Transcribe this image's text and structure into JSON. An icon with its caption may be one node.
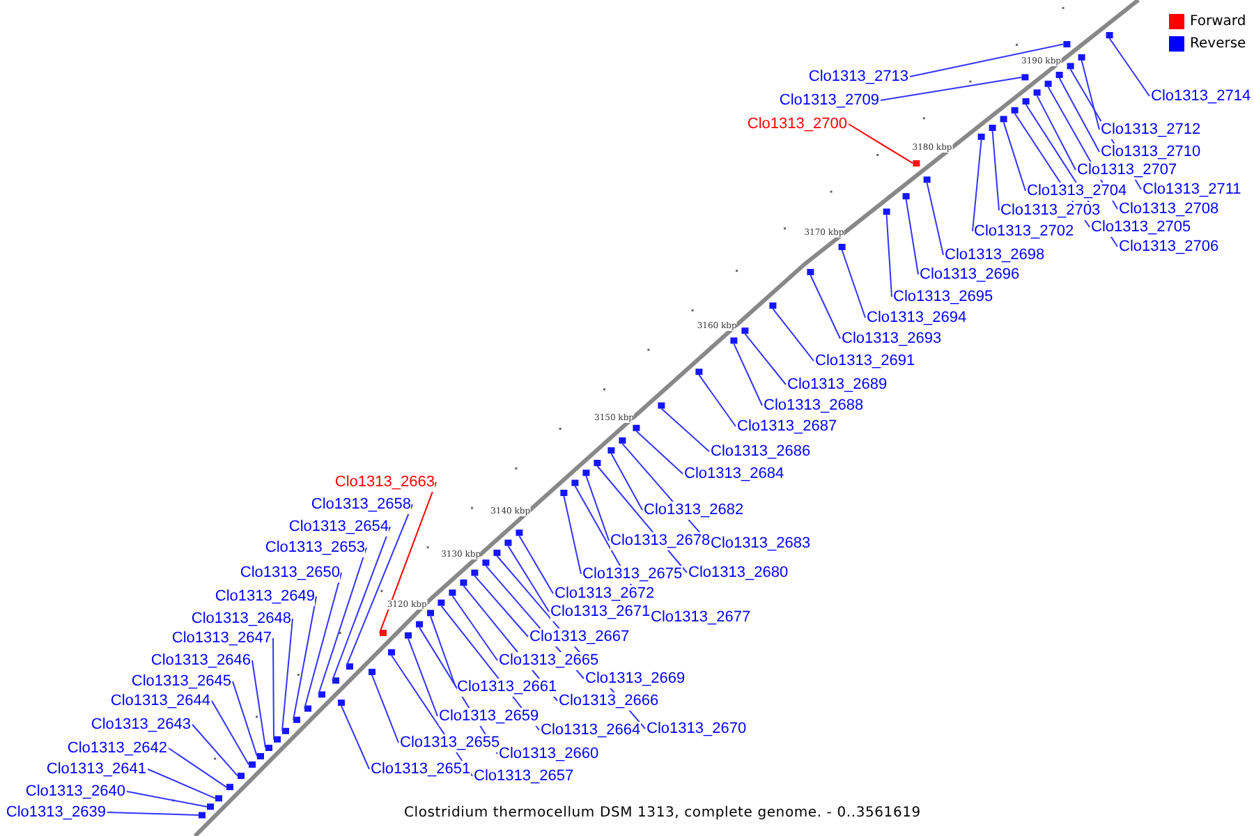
{
  "diagram": {
    "caption": "Clostridium thermocellum DSM 1313, complete genome. - 0..3561619",
    "nodes": [
      {
        "text": [
          "Clo1313_2713"
        ]
      },
      {
        "text": [
          "Clo1313_2714"
        ]
      },
      {
        "text": [
          "Clo1313_2709"
        ]
      },
      {
        "text": [
          "Clo1313_2700"
        ]
      },
      {
        "text": [
          "Clo1313_2712"
        ]
      },
      {
        "text": [
          "Clo1313_2710"
        ]
      },
      {
        "text": [
          "Clo1313_2707"
        ]
      },
      {
        "text": [
          "Clo1313_2711"
        ]
      },
      {
        "text": [
          "Clo1313_2704"
        ]
      },
      {
        "text": [
          "Clo1313_2708"
        ]
      },
      {
        "text": [
          "Clo1313_2703"
        ]
      },
      {
        "text": [
          "Clo1313_2705"
        ]
      },
      {
        "text": [
          "Clo1313_2702"
        ]
      },
      {
        "text": [
          "Clo1313_2706"
        ]
      },
      {
        "text": [
          "Clo1313_2698"
        ]
      },
      {
        "text": [
          "Clo1313_2696"
        ]
      },
      {
        "text": [
          "Clo1313_2695"
        ]
      },
      {
        "text": [
          "Clo1313_2694"
        ]
      },
      {
        "text": [
          "Clo1313_2693"
        ]
      },
      {
        "text": [
          "Clo1313_2691"
        ]
      },
      {
        "text": [
          "Clo1313_2689"
        ]
      },
      {
        "text": [
          "Clo1313_2688"
        ]
      },
      {
        "text": [
          "Clo1313_2687"
        ]
      },
      {
        "text": [
          "Clo1313_2686"
        ]
      },
      {
        "text": [
          "Clo1313_2684"
        ]
      },
      {
        "text": [
          "Clo1313_2663"
        ]
      },
      {
        "text": [
          "Clo1313_2658"
        ]
      },
      {
        "text": [
          "Clo1313_2682"
        ]
      },
      {
        "text": [
          "Clo1313_2654"
        ]
      },
      {
        "text": [
          "Clo1313_2678"
        ]
      },
      {
        "text": [
          "Clo1313_2683"
        ]
      },
      {
        "text": [
          "Clo1313_2653"
        ]
      },
      {
        "text": [
          "Clo1313_2650"
        ]
      },
      {
        "text": [
          "Clo1313_2675"
        ]
      },
      {
        "text": [
          "Clo1313_2680"
        ]
      },
      {
        "text": [
          "Clo1313_2672"
        ]
      },
      {
        "text": [
          "Clo1313_2649"
        ]
      },
      {
        "text": [
          "Clo1313_2671"
        ]
      },
      {
        "text": [
          "Clo1313_2677"
        ]
      },
      {
        "text": [
          "Clo1313_2648"
        ]
      },
      {
        "text": [
          "Clo1313_2667"
        ]
      },
      {
        "text": [
          "Clo1313_2647"
        ]
      },
      {
        "text": [
          "Clo1313_2665"
        ]
      },
      {
        "text": [
          "Clo1313_2646"
        ]
      },
      {
        "text": [
          "Clo1313_2669"
        ]
      },
      {
        "text": [
          "Clo1313_2645"
        ]
      },
      {
        "text": [
          "Clo1313_2661"
        ]
      },
      {
        "text": [
          "Clo1313_2644"
        ]
      },
      {
        "text": [
          "Clo1313_2666"
        ]
      },
      {
        "text": [
          "Clo1313_2659"
        ]
      },
      {
        "text": [
          "Clo1313_2643"
        ]
      },
      {
        "text": [
          "Clo1313_2664"
        ]
      },
      {
        "text": [
          "Clo1313_2670"
        ]
      },
      {
        "text": [
          "Clo1313_2655"
        ]
      },
      {
        "text": [
          "Clo1313_2642"
        ]
      },
      {
        "text": [
          "Clo1313_2660"
        ]
      },
      {
        "text": [
          "Clo1313_2651"
        ]
      },
      {
        "text": [
          "Clo1313_2641"
        ]
      },
      {
        "text": [
          "Clo1313_2657"
        ]
      },
      {
        "text": [
          "Clo1313_2640"
        ]
      },
      {
        "text": [
          "Clo1313_2639"
        ]
      },
      {
        "text": [],
        "shape": "box"
      },
      {
        "text": [],
        "shape": "box"
      },
      {
        "text": [],
        "shape": "box"
      },
      {
        "text": [],
        "shape": "box"
      },
      {
        "text": [],
        "shape": "box"
      },
      {
        "text": [],
        "shape": "box"
      },
      {
        "text": [],
        "shape": "box"
      },
      {
        "text": [],
        "shape": "box"
      },
      {
        "text": [],
        "shape": "box"
      },
      {
        "text": [],
        "shape": "box"
      },
      {
        "text": [],
        "shape": "box"
      },
      {
        "text": [],
        "shape": "box"
      },
      {
        "text": [],
        "shape": "box"
      },
      {
        "text": [],
        "shape": "box"
      },
      {
        "text": [],
        "shape": "box"
      },
      {
        "text": [],
        "shape": "box"
      },
      {
        "text": [],
        "shape": "box"
      },
      {
        "text": [],
        "shape": "box"
      },
      {
        "text": [],
        "shape": "box"
      },
      {
        "text": [],
        "shape": "box"
      },
      {
        "text": [],
        "shape": "box"
      },
      {
        "text": [],
        "shape": "box"
      },
      {
        "text": [],
        "shape": "box"
      },
      {
        "text": [],
        "shape": "box"
      },
      {
        "text": [],
        "shape": "box"
      },
      {
        "text": [],
        "shape": "box"
      },
      {
        "text": [],
        "shape": "box"
      },
      {
        "text": [],
        "shape": "box"
      },
      {
        "text": [],
        "shape": "box"
      },
      {
        "text": [],
        "shape": "box"
      },
      {
        "text": [],
        "shape": "box"
      },
      {
        "text": [],
        "shape": "box"
      },
      {
        "text": [],
        "shape": "box"
      },
      {
        "text": [],
        "shape": "box"
      },
      {
        "text": [],
        "shape": "box"
      },
      {
        "text": [],
        "shape": "box"
      },
      {
        "text": [],
        "shape": "box"
      },
      {
        "text": [],
        "shape": "box"
      },
      {
        "text": [],
        "shape": "box"
      },
      {
        "text": [],
        "shape": "box"
      },
      {
        "text": [],
        "shape": "box"
      },
      {
        "text": [],
        "shape": "box"
      },
      {
        "text": [],
        "shape": "box"
      },
      {
        "text": [],
        "shape": "box"
      },
      {
        "text": [],
        "shape": "box"
      },
      {
        "text": [],
        "shape": "box"
      },
      {
        "text": [],
        "shape": "box"
      },
      {
        "text": [],
        "shape": "box"
      },
      {
        "text": [],
        "shape": "box"
      },
      {
        "text": [],
        "shape": "box"
      },
      {
        "text": [],
        "shape": "box"
      },
      {
        "text": [],
        "shape": "box"
      },
      {
        "text": [],
        "shape": "box"
      },
      {
        "text": [],
        "shape": "box"
      },
      {
        "text": [],
        "shape": "box"
      },
      {
        "text": [],
        "shape": "box"
      },
      {
        "text": [],
        "shape": "box"
      },
      {
        "text": [],
        "shape": "box"
      },
      {
        "text": [],
        "shape": "box"
      },
      {
        "text": [],
        "shape": "box"
      },
      {
        "text": [],
        "shape": "box"
      }
    ],
    "edges": [
      {
        "from": 0,
        "to": 119,
        "arrow": "none"
      },
      {
        "from": 1,
        "to": 121,
        "arrow": "none"
      },
      {
        "from": 2,
        "to": 114,
        "arrow": "none"
      },
      {
        "from": 3,
        "to": 108,
        "arrow": "none",
        "color": "#ff0000"
      },
      {
        "from": 4,
        "to": 120,
        "arrow": "none"
      },
      {
        "from": 5,
        "to": 117,
        "arrow": "none"
      },
      {
        "from": 6,
        "to": 115,
        "arrow": "none"
      },
      {
        "from": 7,
        "to": 118,
        "arrow": "none"
      },
      {
        "from": 8,
        "to": 111,
        "arrow": "none"
      },
      {
        "from": 9,
        "to": 116,
        "arrow": "none"
      },
      {
        "from": 10,
        "to": 110,
        "arrow": "none"
      },
      {
        "from": 11,
        "to": 112,
        "arrow": "none"
      },
      {
        "from": 12,
        "to": 109,
        "arrow": "none"
      },
      {
        "from": 13,
        "to": 113,
        "arrow": "none"
      },
      {
        "from": 14,
        "to": 107,
        "arrow": "none"
      },
      {
        "from": 15,
        "to": 106,
        "arrow": "none"
      },
      {
        "from": 16,
        "to": 105,
        "arrow": "none"
      },
      {
        "from": 17,
        "to": 104,
        "arrow": "none"
      },
      {
        "from": 18,
        "to": 103,
        "arrow": "none"
      },
      {
        "from": 19,
        "to": 102,
        "arrow": "none"
      },
      {
        "from": 20,
        "to": 101,
        "arrow": "none"
      },
      {
        "from": 21,
        "to": 100,
        "arrow": "none"
      },
      {
        "from": 22,
        "to": 99,
        "arrow": "none"
      },
      {
        "from": 23,
        "to": 98,
        "arrow": "none"
      },
      {
        "from": 24,
        "to": 97,
        "arrow": "none"
      },
      {
        "from": 25,
        "to": 79,
        "arrow": "none",
        "color": "#ff0000"
      },
      {
        "from": 26,
        "to": 76,
        "arrow": "none"
      },
      {
        "from": 27,
        "to": 95,
        "arrow": "none"
      },
      {
        "from": 28,
        "to": 75,
        "arrow": "none"
      },
      {
        "from": 29,
        "to": 93,
        "arrow": "none"
      },
      {
        "from": 30,
        "to": 96,
        "arrow": "none"
      },
      {
        "from": 31,
        "to": 73,
        "arrow": "none"
      },
      {
        "from": 32,
        "to": 72,
        "arrow": "none"
      },
      {
        "from": 33,
        "to": 91,
        "arrow": "none"
      },
      {
        "from": 34,
        "to": 94,
        "arrow": "none"
      },
      {
        "from": 35,
        "to": 90,
        "arrow": "none"
      },
      {
        "from": 36,
        "to": 71,
        "arrow": "none"
      },
      {
        "from": 37,
        "to": 89,
        "arrow": "none"
      },
      {
        "from": 38,
        "to": 92,
        "arrow": "none"
      },
      {
        "from": 39,
        "to": 70,
        "arrow": "none"
      },
      {
        "from": 40,
        "to": 86,
        "arrow": "none"
      },
      {
        "from": 41,
        "to": 69,
        "arrow": "none"
      },
      {
        "from": 42,
        "to": 84,
        "arrow": "none"
      },
      {
        "from": 43,
        "to": 68,
        "arrow": "none"
      },
      {
        "from": 44,
        "to": 87,
        "arrow": "none"
      },
      {
        "from": 45,
        "to": 67,
        "arrow": "none"
      },
      {
        "from": 46,
        "to": 82,
        "arrow": "none"
      },
      {
        "from": 47,
        "to": 66,
        "arrow": "none"
      },
      {
        "from": 48,
        "to": 85,
        "arrow": "none"
      },
      {
        "from": 49,
        "to": 80,
        "arrow": "none"
      },
      {
        "from": 50,
        "to": 65,
        "arrow": "none"
      },
      {
        "from": 51,
        "to": 83,
        "arrow": "none"
      },
      {
        "from": 52,
        "to": 88,
        "arrow": "none"
      },
      {
        "from": 53,
        "to": 77,
        "arrow": "none"
      },
      {
        "from": 54,
        "to": 64,
        "arrow": "none"
      },
      {
        "from": 55,
        "to": 81,
        "arrow": "none"
      },
      {
        "from": 56,
        "to": 74,
        "arrow": "none"
      },
      {
        "from": 57,
        "to": 63,
        "arrow": "none"
      },
      {
        "from": 58,
        "to": 78,
        "arrow": "none"
      },
      {
        "from": 59,
        "to": 62,
        "arrow": "none"
      },
      {
        "from": 60,
        "to": 61,
        "arrow": "none"
      }
    ],
    "labels": [
      "3190 kbp",
      "3180 kbp",
      "3170 kbp",
      "3160 kbp",
      "3150 kbp",
      "3140 kbp",
      "3130 kbp",
      "3120 kbp"
    ],
    "legend": [
      {
        "text": "Forward",
        "color": "#ff0000"
      },
      {
        "text": "Reverse",
        "color": "#0000ff"
      }
    ]
  }
}
